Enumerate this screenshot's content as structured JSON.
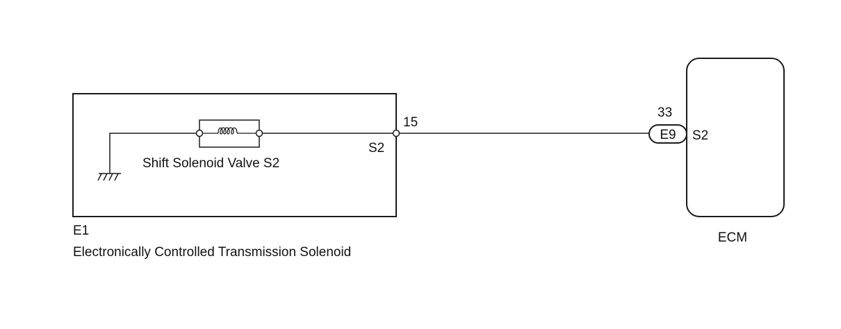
{
  "component": {
    "code": "E1",
    "name": "Electronically Controlled Transmission Solenoid",
    "valve_label": "Shift Solenoid Valve S2",
    "terminal_name": "S2",
    "pin_number": "15"
  },
  "ecm": {
    "label": "ECM",
    "connector": "E9",
    "pin_number": "33",
    "terminal_name": "S2"
  },
  "icons": {
    "ground": "ground-symbol-icon",
    "coil": "solenoid-coil-icon",
    "terminal": "terminal-dot-icon"
  },
  "colors": {
    "line": "#1a1a1a",
    "background": "#ffffff"
  }
}
